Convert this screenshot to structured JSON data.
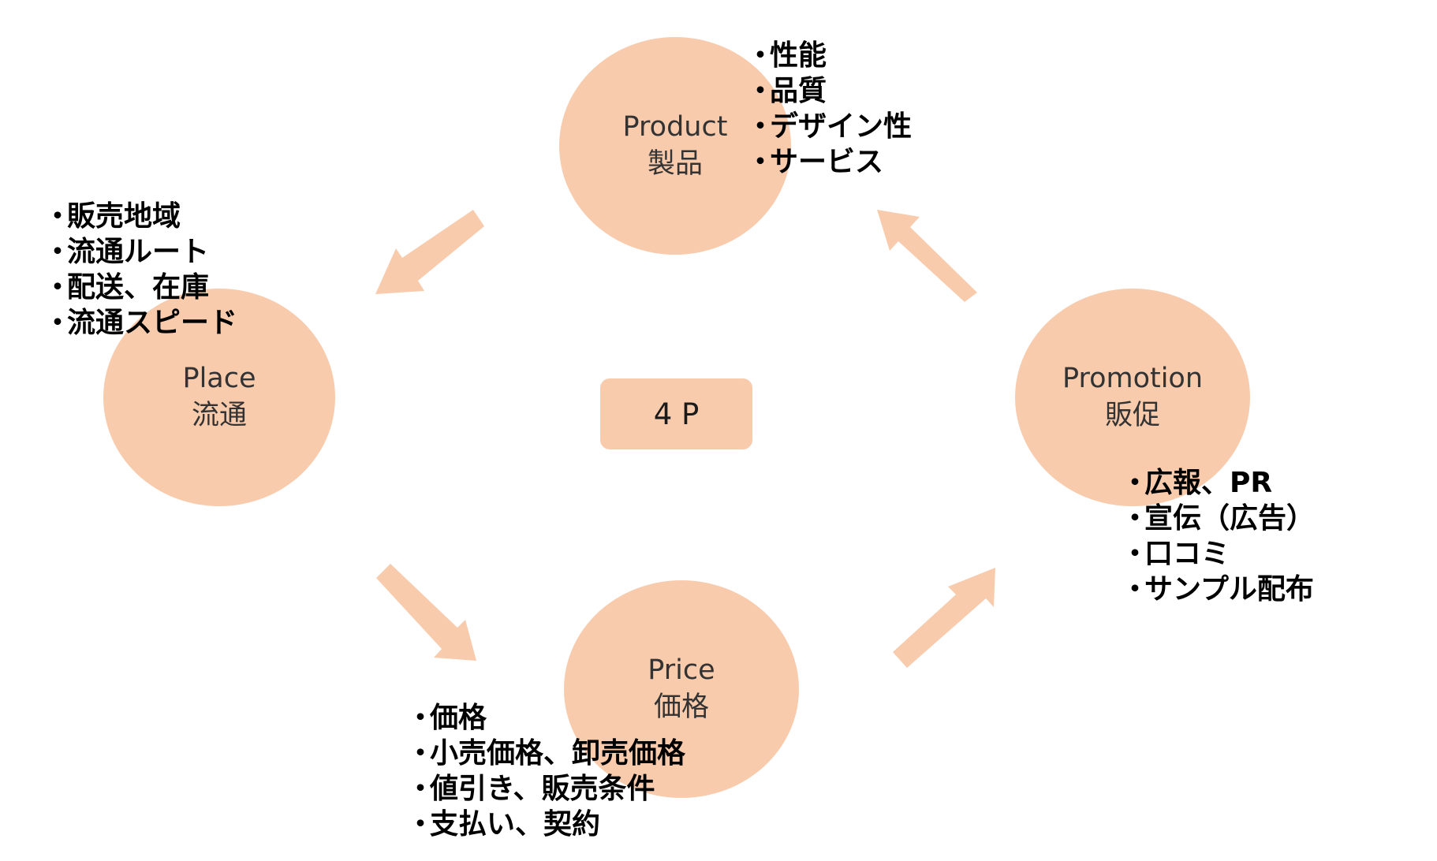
{
  "center": {
    "label": "4 P"
  },
  "nodes": {
    "product": {
      "en": "Product",
      "ja": "製品"
    },
    "place": {
      "en": "Place",
      "ja": "流通"
    },
    "price": {
      "en": "Price",
      "ja": "価格"
    },
    "promotion": {
      "en": "Promotion",
      "ja": "販促"
    }
  },
  "lists": {
    "product": [
      "性能",
      "品質",
      "デザイン性",
      "サービス"
    ],
    "place": [
      "販売地域",
      "流通ルート",
      "配送、在庫",
      "流通スピード"
    ],
    "price": [
      "価格",
      "小売価格、卸売価格",
      "値引き、販売条件",
      "支払い、契約"
    ],
    "promotion": [
      "広報、PR",
      "宣伝（広告）",
      "口コミ",
      "サンプル配布"
    ]
  },
  "bullet": "・",
  "colors": {
    "node_fill": "#f8cbad",
    "arrow_fill": "#f8cbad",
    "text": "#333333"
  }
}
